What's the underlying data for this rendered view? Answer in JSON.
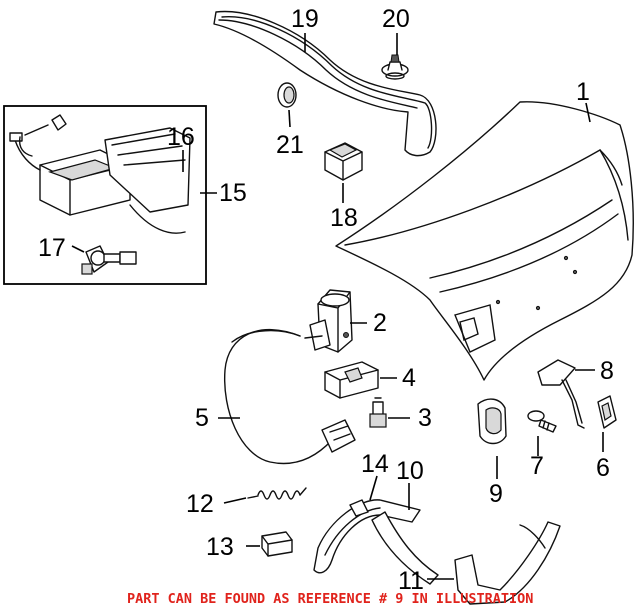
{
  "callouts": {
    "c1": "1",
    "c2": "2",
    "c3": "3",
    "c4": "4",
    "c5": "5",
    "c6": "6",
    "c7": "7",
    "c8": "8",
    "c9": "9",
    "c10": "10",
    "c11": "11",
    "c12": "12",
    "c13": "13",
    "c14": "14",
    "c15": "15",
    "c16": "16",
    "c17": "17",
    "c18": "18",
    "c19": "19",
    "c20": "20",
    "c21": "21"
  },
  "footer": {
    "note": "PART CAN BE FOUND AS REFERENCE # 9 IN ILLUSTRATION"
  },
  "colors": {
    "line_art": "#111111",
    "footer_text": "#e0231c",
    "background": "#ffffff"
  }
}
